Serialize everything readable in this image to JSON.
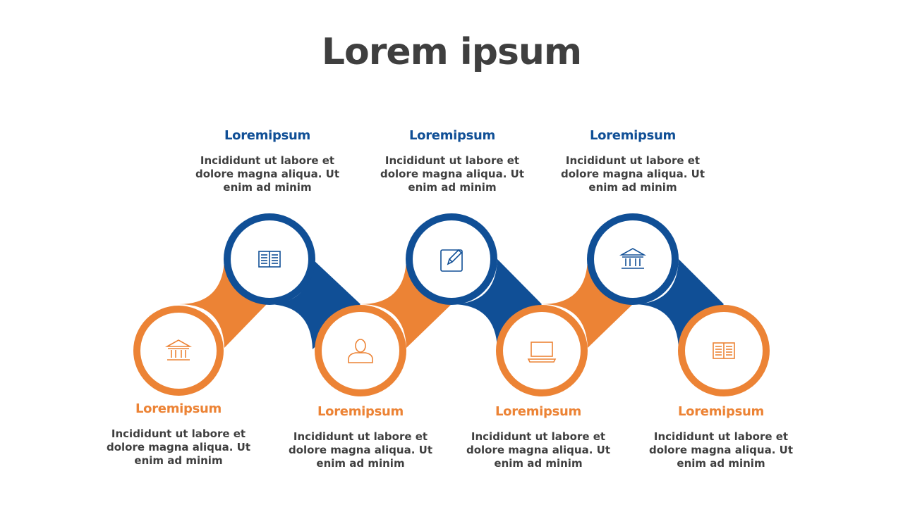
{
  "title": "Lorem ipsum",
  "colors": {
    "blue": "#104f96",
    "orange": "#ec8335",
    "text": "#3f3f3f"
  },
  "steps": [
    {
      "heading": "Loremipsum",
      "body": "Incididunt ut labore et dolore magna aliqua. Ut enim ad minim",
      "color": "orange",
      "icon": "bank-icon"
    },
    {
      "heading": "Loremipsum",
      "body": "Incididunt ut labore et dolore magna aliqua. Ut enim ad minim",
      "color": "blue",
      "icon": "book-icon"
    },
    {
      "heading": "Loremipsum",
      "body": "Incididunt ut labore et dolore magna aliqua. Ut enim ad minim",
      "color": "orange",
      "icon": "user-icon"
    },
    {
      "heading": "Loremipsum",
      "body": "Incididunt ut labore et dolore magna aliqua. Ut enim ad minim",
      "color": "blue",
      "icon": "edit-icon"
    },
    {
      "heading": "Loremipsum",
      "body": "Incididunt ut labore et dolore magna aliqua. Ut enim ad minim",
      "color": "orange",
      "icon": "laptop-icon"
    },
    {
      "heading": "Loremipsum",
      "body": "Incididunt ut labore et dolore magna aliqua. Ut enim ad minim",
      "color": "blue",
      "icon": "bank-icon"
    },
    {
      "heading": "Loremipsum",
      "body": "Incididunt ut labore et dolore magna aliqua. Ut enim ad minim",
      "color": "orange",
      "icon": "book-icon"
    }
  ]
}
